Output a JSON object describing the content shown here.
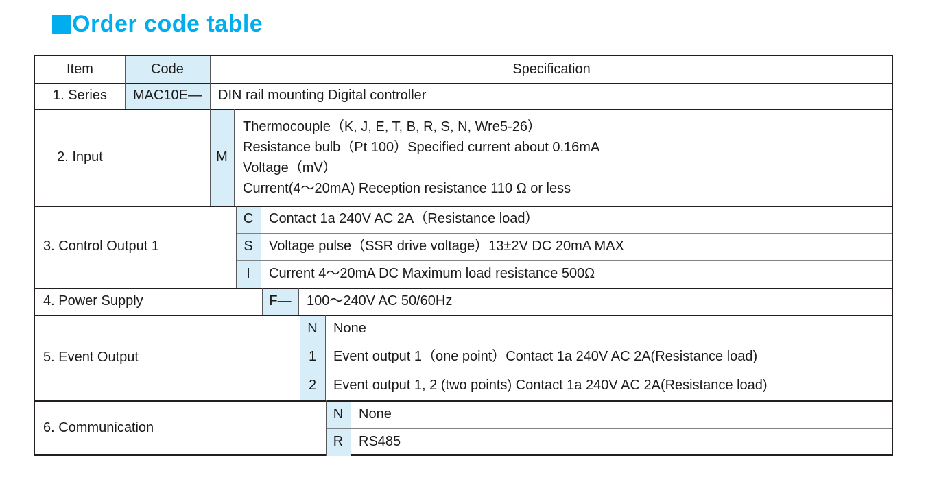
{
  "heading": {
    "bullet_icon": "filled-square-icon",
    "text": "Order code table",
    "color": "#00AEEF"
  },
  "table": {
    "columns": {
      "item_header": "Item",
      "code_header": "Code",
      "spec_header": "Specification"
    },
    "code_background": "#D7EDF8",
    "sections": [
      {
        "item": "1. Series",
        "rows": [
          {
            "code": "MAC10E—",
            "spec": "DIN rail mounting Digital controller"
          }
        ]
      },
      {
        "item": "2. Input",
        "rows": [
          {
            "code": "M",
            "spec_lines": [
              "Thermocouple（K, J, E, T, B, R, S, N, Wre5-26）",
              "Resistance bulb（Pt 100）Specified current  about 0.16mA",
              "Voltage（mV）",
              "Current(4～20mA) Reception resistance 110 Ω  or less"
            ]
          }
        ]
      },
      {
        "item": "3. Control Output 1",
        "rows": [
          {
            "code": "C",
            "spec": "Contact  1a  240V  AC  2A（Resistance load）"
          },
          {
            "code": "S",
            "spec": "Voltage pulse（SSR drive voltage）13±2V DC 20mA MAX"
          },
          {
            "code": "I",
            "spec": "Current   4～20mA  DC  Maximum load resistance  500Ω"
          }
        ]
      },
      {
        "item": "4. Power Supply",
        "rows": [
          {
            "code": "F—",
            "spec": "100～240V AC 50/60Hz"
          }
        ]
      },
      {
        "item": "5. Event Output",
        "rows": [
          {
            "code": "N",
            "spec": "None"
          },
          {
            "code": "1",
            "spec": "Event output 1（one point）Contact  1a  240V  AC  2A(Resistance load)"
          },
          {
            "code": "2",
            "spec": "Event output 1, 2 (two points) Contact  1a  240V  AC  2A(Resistance load)"
          }
        ]
      },
      {
        "item": "6. Communication",
        "rows": [
          {
            "code": "N",
            "spec": "None"
          },
          {
            "code": "R",
            "spec": "RS485"
          }
        ]
      }
    ]
  }
}
